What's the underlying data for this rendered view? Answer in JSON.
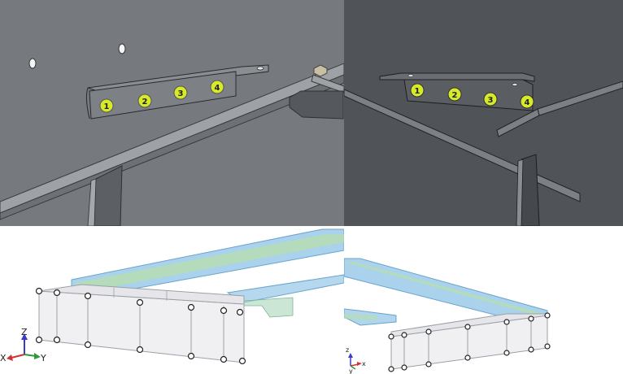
{
  "views": {
    "top_left": {
      "markers": [
        "1",
        "2",
        "3",
        "4"
      ],
      "background": "#767a7f"
    },
    "top_right": {
      "markers": [
        "1",
        "2",
        "3",
        "4"
      ],
      "background": "#505458"
    },
    "bottom_left": {
      "axis_labels": {
        "z": "Z",
        "x": "X",
        "y": "Y"
      }
    },
    "bottom_right": {
      "axis_labels": {
        "z": "z",
        "y": "y",
        "x": "x"
      }
    }
  },
  "colors": {
    "marker_fill": "#d7ea2a",
    "beam_blue": "#8ec3e6",
    "beam_green": "#b8e0a8",
    "axis_z": "#3a3acb",
    "axis_y": "#2e9a3a",
    "axis_x": "#cc3333"
  }
}
